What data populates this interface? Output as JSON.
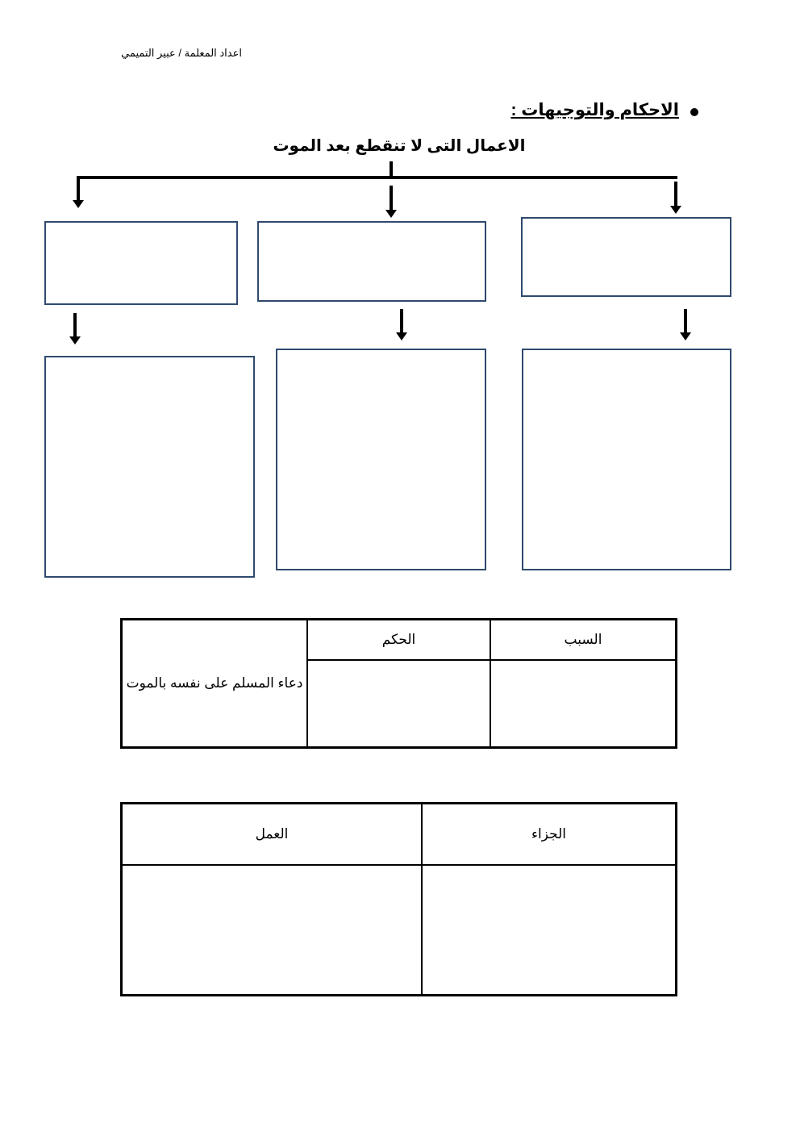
{
  "author_line": "اعداد المعلمة / عبير التميمي",
  "section_heading": "الاحكام والتوجيهات :",
  "diagram": {
    "title": "الاعمال التى لا تنقطع بعد الموت",
    "border_color": "#2f4a6e"
  },
  "table1": {
    "row_label": "دعاء المسلم على نفسه بالموت",
    "headers": [
      "الحكم",
      "السبب"
    ]
  },
  "table2": {
    "headers": [
      "العمل",
      "الجزاء"
    ]
  }
}
